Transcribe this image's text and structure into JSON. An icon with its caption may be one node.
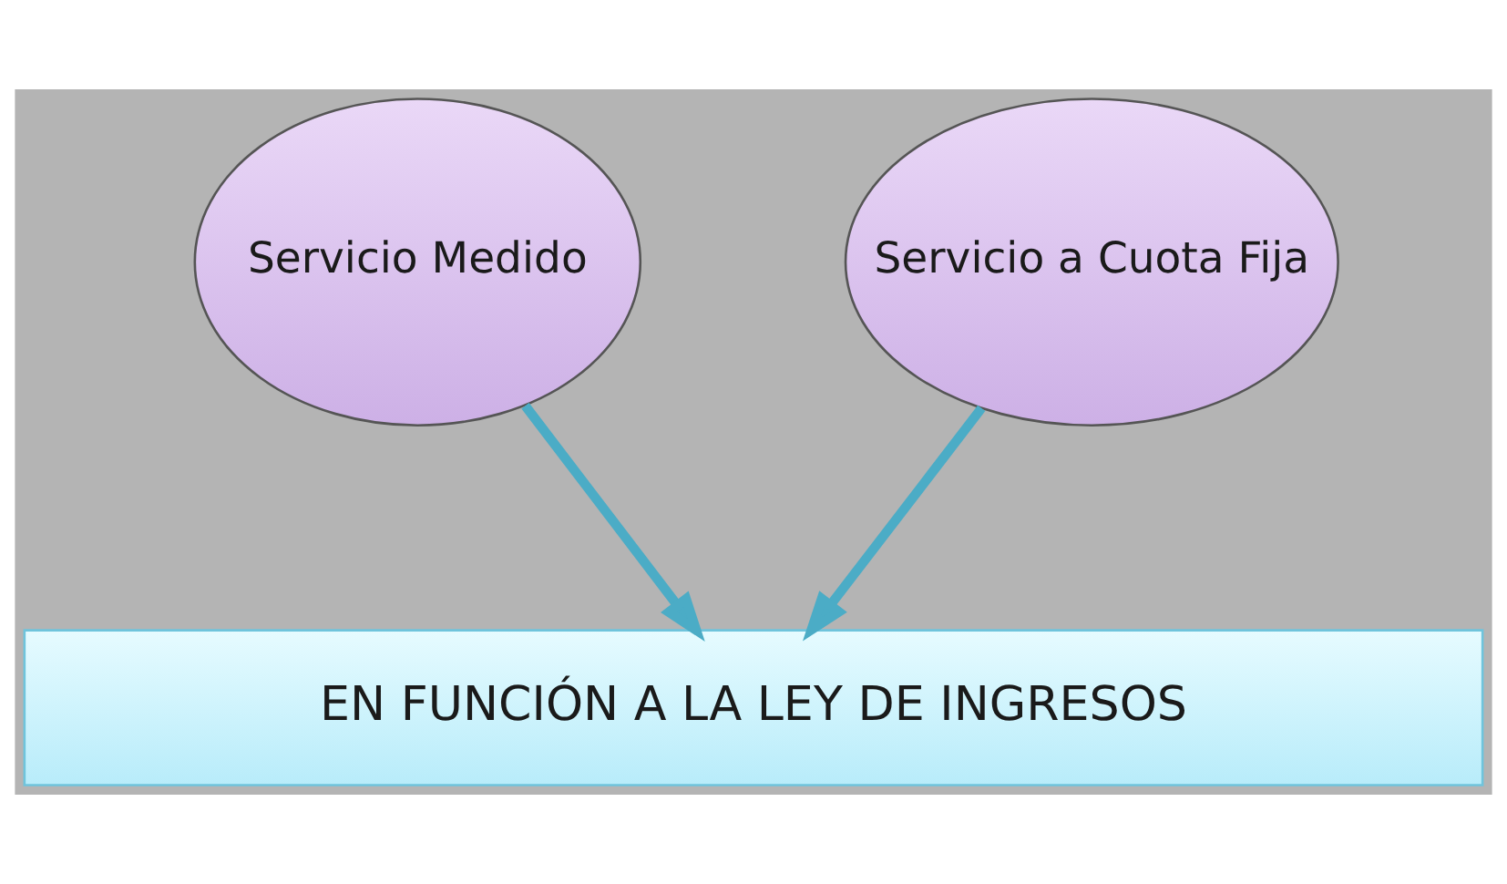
{
  "diagram": {
    "nodes": [
      {
        "text": [
          "Servicio Medido"
        ]
      },
      {
        "text": [
          "Servicio a Cuota Fija"
        ]
      },
      {
        "text": [
          "EN FUNCIÓN A LA LEY DE INGRESOS"
        ]
      }
    ],
    "edges": [
      {
        "from": 0,
        "to": 2,
        "arrow": "to"
      },
      {
        "from": 1,
        "to": 2,
        "arrow": "to"
      }
    ]
  }
}
